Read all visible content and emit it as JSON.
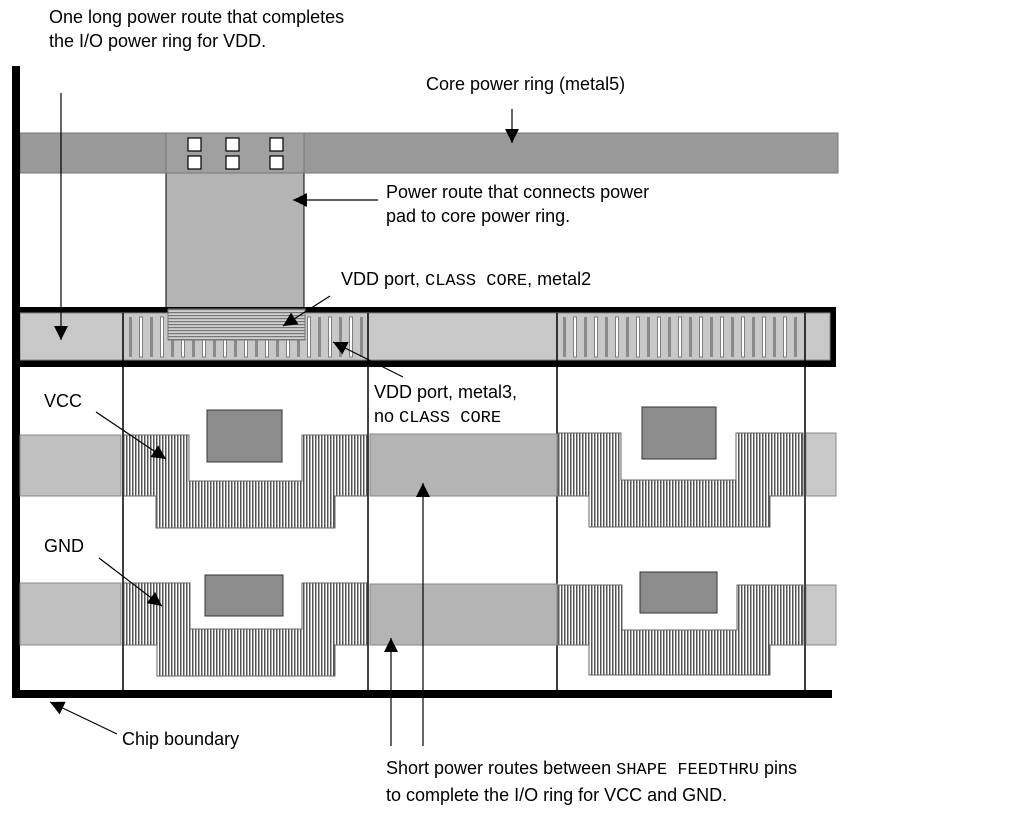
{
  "diagram": {
    "title": "I/O and core power ring routing",
    "colors": {
      "boundary": "#000000",
      "core_ring": "#999999",
      "io_ring": "#c8c8c8",
      "power_route": "#b4b4b4",
      "pad_block": "#8c8c8c",
      "hatch_dark": "#555555",
      "hatch_light": "#ffffff",
      "feedthru_band": "#bdbdbd"
    },
    "annotations": {
      "vdd_long_route": {
        "line1": "One long power route that completes",
        "line2": "the I/O power ring for VDD."
      },
      "core_ring": "Core power ring (metal5)",
      "power_route": {
        "line1": "Power route that connects power",
        "line2": "pad to core power ring."
      },
      "vdd_port_core": {
        "prefix": "VDD port, ",
        "mono": "CLASS CORE",
        "suffix": ", metal2"
      },
      "vdd_port_metal3": {
        "line1": "VDD port, metal3,",
        "line2_prefix": "no ",
        "line2_mono": "CLASS CORE"
      },
      "vcc": "VCC",
      "gnd": "GND",
      "chip_boundary": "Chip boundary",
      "short_routes": {
        "line1_prefix": "Short power routes between ",
        "line1_mono": "SHAPE FEEDTHRU",
        "line1_suffix": " pins",
        "line2": "to complete the I/O ring for VCC and GND."
      }
    },
    "nets": [
      "VDD",
      "VCC",
      "GND"
    ],
    "io_cells": 4
  }
}
